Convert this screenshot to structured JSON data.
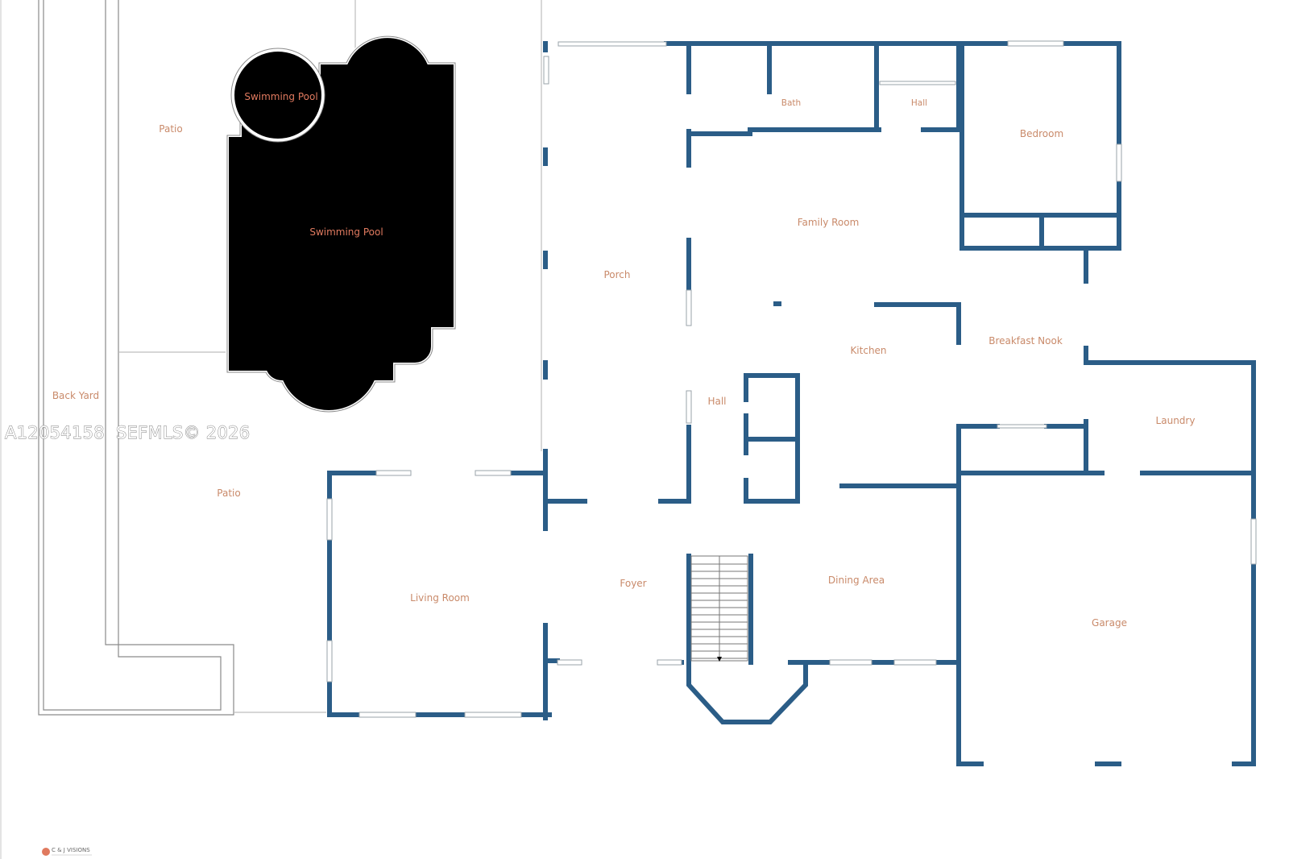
{
  "floorplan": {
    "rooms": [
      {
        "id": "swimming-pool-spa",
        "label": "Swimming Pool"
      },
      {
        "id": "patio-top",
        "label": "Patio"
      },
      {
        "id": "swimming-pool-main",
        "label": "Swimming Pool"
      },
      {
        "id": "back-yard",
        "label": "Back Yard"
      },
      {
        "id": "patio-bottom",
        "label": "Patio"
      },
      {
        "id": "living-room",
        "label": "Living Room"
      },
      {
        "id": "porch",
        "label": "Porch"
      },
      {
        "id": "bath",
        "label": "Bath"
      },
      {
        "id": "hall-top",
        "label": "Hall"
      },
      {
        "id": "bedroom",
        "label": "Bedroom"
      },
      {
        "id": "family-room",
        "label": "Family Room"
      },
      {
        "id": "kitchen",
        "label": "Kitchen"
      },
      {
        "id": "breakfast-nook",
        "label": "Breakfast Nook"
      },
      {
        "id": "hall-mid",
        "label": "Hall"
      },
      {
        "id": "laundry",
        "label": "Laundry"
      },
      {
        "id": "foyer",
        "label": "Foyer"
      },
      {
        "id": "dining-area",
        "label": "Dining Area"
      },
      {
        "id": "garage",
        "label": "Garage"
      }
    ]
  },
  "watermark": {
    "text": "A12054158  SEFMLS© 2026"
  },
  "logo": {
    "text": "C & J VISIONS"
  },
  "colors": {
    "wall": "#2b5d87",
    "label": "#c98a6a",
    "pool": "#000000",
    "background": "#ffffff"
  }
}
